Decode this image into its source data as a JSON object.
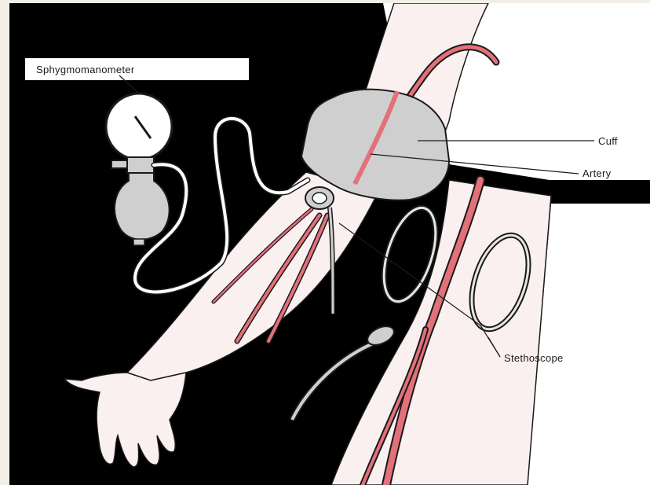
{
  "labels": {
    "sphygmomanometer": "Sphygmomanometer",
    "cuff": "Cuff",
    "artery": "Artery",
    "stethoscope": "Stethoscope"
  },
  "colors": {
    "background": "#000000",
    "page_margin": "#f3efe6",
    "skin": "#fbf0f0",
    "artery": "#e3707a",
    "cuff": "#cfcfcf",
    "outline": "#1a1a1a",
    "label_area": "#ffffff"
  },
  "icons": [
    "gauge-dial-icon",
    "inflation-bulb-icon",
    "stethoscope-chestpiece-icon"
  ]
}
